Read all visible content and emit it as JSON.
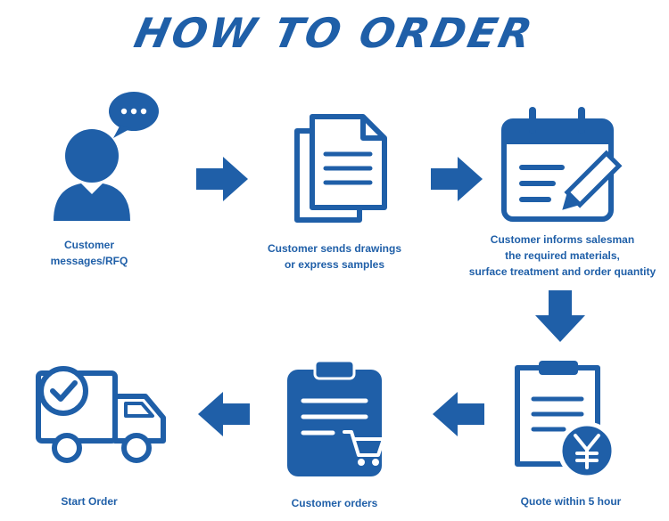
{
  "title": "HOW TO ORDER",
  "colors": {
    "primary": "#1f5fa8",
    "background": "#ffffff"
  },
  "steps": [
    {
      "icon": "customer-message-icon",
      "lines": [
        "Customer",
        "messages/RFQ"
      ]
    },
    {
      "icon": "documents-icon",
      "lines": [
        "Customer sends drawings",
        "or express samples"
      ]
    },
    {
      "icon": "calendar-edit-icon",
      "lines": [
        "Customer informs salesman",
        "the required materials,",
        "surface treatment and order quantity"
      ]
    },
    {
      "icon": "quote-yen-icon",
      "lines": [
        "Quote within 5 hour"
      ]
    },
    {
      "icon": "clipboard-cart-icon",
      "lines": [
        "Customer orders"
      ]
    },
    {
      "icon": "delivery-truck-icon",
      "lines": [
        "Start Order"
      ]
    }
  ]
}
